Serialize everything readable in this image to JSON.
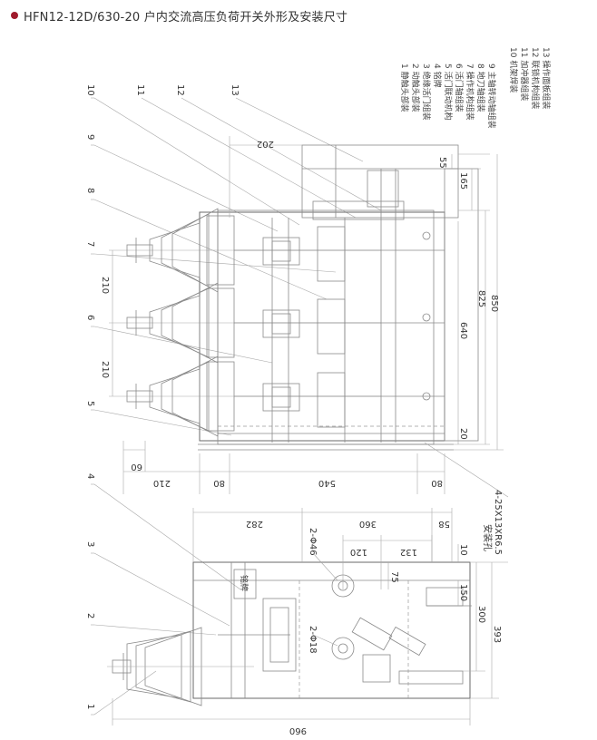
{
  "title": "HFN12-12D/630-20 户内交流高压负荷开关外形及安装尺寸",
  "legend": [
    "1 静触头部装",
    "2 动触头部装",
    "3 绝缘活门组装",
    "4 铭牌",
    "5 活门联动机构",
    "6 活门轴组装",
    "7 操作机构组装",
    "8 地刀轴组装",
    "9 主轴转动轴组装",
    "10 机架焊装",
    "11 加冲器组装",
    "12 联锁机构组装",
    "13 操作面板组装"
  ],
  "callouts": [
    "1",
    "2",
    "3",
    "4",
    "5",
    "6",
    "7",
    "8",
    "9",
    "10",
    "11",
    "12",
    "13"
  ],
  "plan_dims": {
    "d202": "202",
    "d55": "55",
    "d165": "165",
    "d825": "825",
    "d850": "850",
    "d640": "640",
    "d20": "20",
    "d210a": "210",
    "d210b": "210",
    "d60": "60",
    "d210c": "210",
    "d80a": "80",
    "d540": "540",
    "d80b": "80"
  },
  "side_dims": {
    "d282": "282",
    "d360": "360",
    "d58": "58",
    "d120": "120",
    "d132": "132",
    "d10": "10",
    "phi46": "2-Φ46",
    "d75": "75",
    "phi18": "2-Φ18",
    "d150": "150",
    "d300": "300",
    "d393": "393",
    "d960": "960"
  },
  "mount_hole_label": "安装孔",
  "mount_hole_spec": "4-25X13XR6.5",
  "nameplate_text": "铭牌"
}
